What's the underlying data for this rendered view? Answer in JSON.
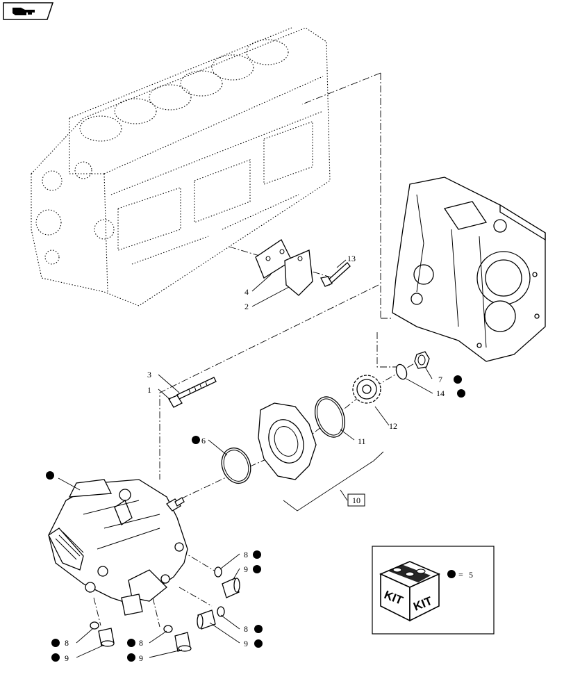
{
  "nav_icon": "hand-pointer-icon",
  "callouts": {
    "c1": "1",
    "c2": "2",
    "c3": "3",
    "c4": "4",
    "c6": "6",
    "c7": "7",
    "c8a": "8",
    "c8b": "8",
    "c8c": "8",
    "c8d": "8",
    "c9a": "9",
    "c9b": "9",
    "c9c": "9",
    "c9d": "9",
    "c10": "10",
    "c11": "11",
    "c12": "12",
    "c13": "13",
    "c14": "14"
  },
  "legend": {
    "kit_word_1": "KIT",
    "kit_word_2": "KIT",
    "equals": "=",
    "ref": "5"
  }
}
